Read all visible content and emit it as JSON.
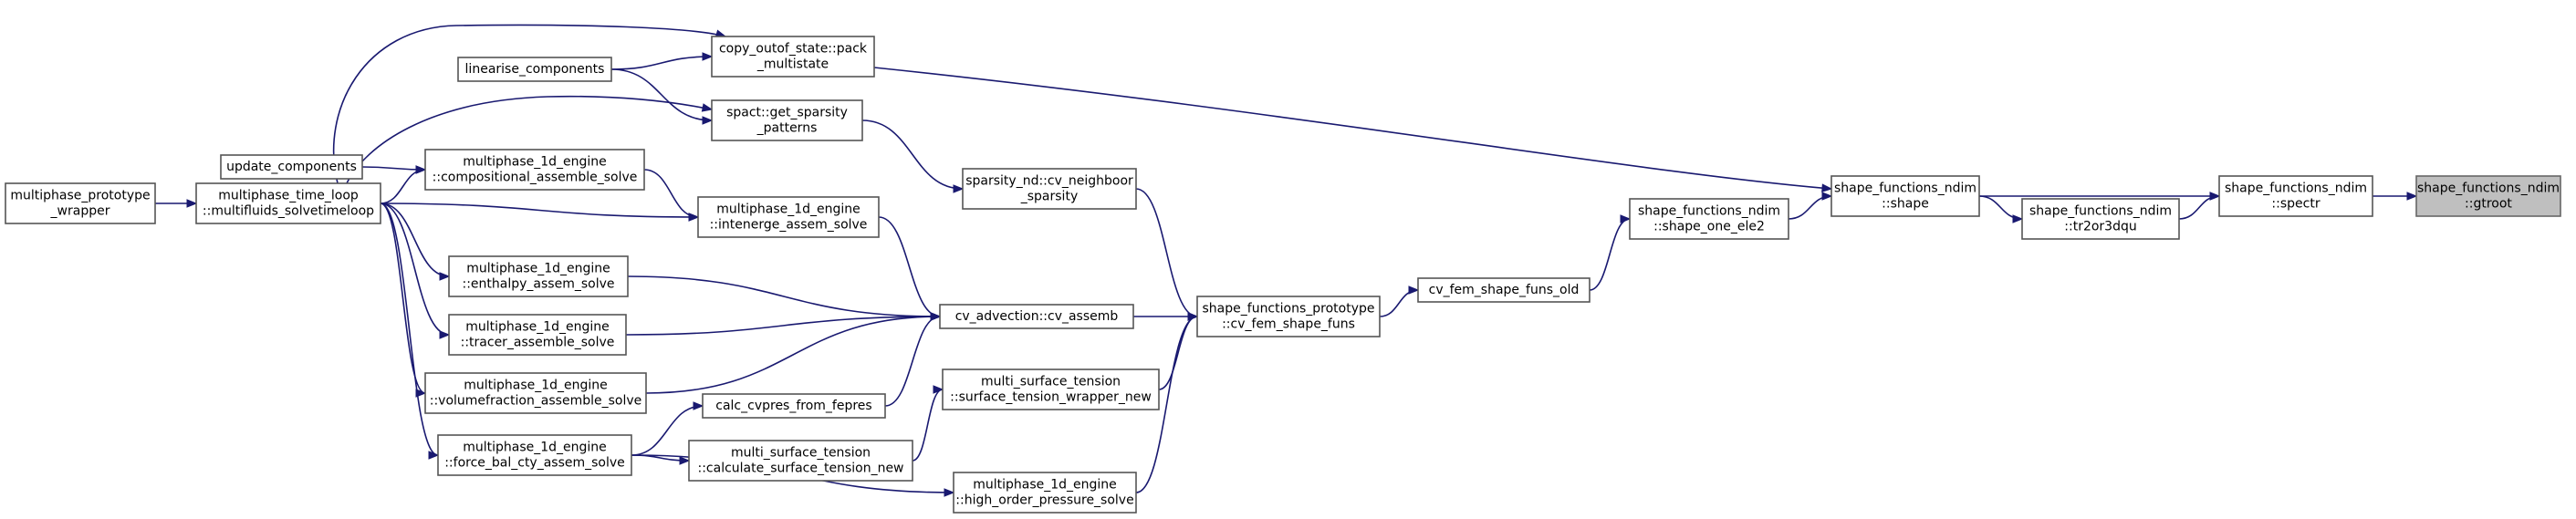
{
  "colors": {
    "edge": "#191970",
    "node_border": "#555555",
    "root_fill": "#bfbfbf",
    "background": "#ffffff"
  },
  "nodes": {
    "gtroot": {
      "lines": [
        "shape_functions_ndim",
        "::gtroot"
      ]
    },
    "spectr": {
      "lines": [
        "shape_functions_ndim",
        "::spectr"
      ]
    },
    "shape": {
      "lines": [
        "shape_functions_ndim",
        "::shape"
      ]
    },
    "tr2or3dqu": {
      "lines": [
        "shape_functions_ndim",
        "::tr2or3dqu"
      ]
    },
    "shape_one_ele2": {
      "lines": [
        "shape_functions_ndim",
        "::shape_one_ele2"
      ]
    },
    "cv_fem_shape_funs_old": {
      "lines": [
        "cv_fem_shape_funs_old"
      ]
    },
    "cv_fem_shape_funs": {
      "lines": [
        "shape_functions_prototype",
        "::cv_fem_shape_funs"
      ]
    },
    "cv_neighboor_sparsity": {
      "lines": [
        "sparsity_nd::cv_neighboor",
        "_sparsity"
      ]
    },
    "cv_assemb": {
      "lines": [
        "cv_advection::cv_assemb"
      ]
    },
    "surface_tension_wrapper_new": {
      "lines": [
        "multi_surface_tension",
        "::surface_tension_wrapper_new"
      ]
    },
    "high_order_pressure_solve": {
      "lines": [
        "multiphase_1d_engine",
        "::high_order_pressure_solve"
      ]
    },
    "pack_multistate": {
      "lines": [
        "copy_outof_state::pack",
        "_multistate"
      ]
    },
    "get_sparsity_patterns": {
      "lines": [
        "spact::get_sparsity",
        "_patterns"
      ]
    },
    "intenerge_assem_solve": {
      "lines": [
        "multiphase_1d_engine",
        "::intenerge_assem_solve"
      ]
    },
    "calc_cvpres_from_fepres": {
      "lines": [
        "calc_cvpres_from_fepres"
      ]
    },
    "calculate_surface_tension_new": {
      "lines": [
        "multi_surface_tension",
        "::calculate_surface_tension_new"
      ]
    },
    "linearise_components": {
      "lines": [
        "linearise_components"
      ]
    },
    "compositional_assemble_solve": {
      "lines": [
        "multiphase_1d_engine",
        "::compositional_assemble_solve"
      ]
    },
    "enthalpy_assem_solve": {
      "lines": [
        "multiphase_1d_engine",
        "::enthalpy_assem_solve"
      ]
    },
    "tracer_assemble_solve": {
      "lines": [
        "multiphase_1d_engine",
        "::tracer_assemble_solve"
      ]
    },
    "volumefraction_assemble_solve": {
      "lines": [
        "multiphase_1d_engine",
        "::volumefraction_assemble_solve"
      ]
    },
    "force_bal_cty_assem_solve": {
      "lines": [
        "multiphase_1d_engine",
        "::force_bal_cty_assem_solve"
      ]
    },
    "update_components": {
      "lines": [
        "update_components"
      ]
    },
    "multifluids_solvetimeloop": {
      "lines": [
        "multiphase_time_loop",
        "::multifluids_solvetimeloop"
      ]
    },
    "multiphase_prototype_wrapper": {
      "lines": [
        "multiphase_prototype",
        "_wrapper"
      ]
    }
  },
  "edges": [
    [
      "spectr",
      "gtroot"
    ],
    [
      "shape",
      "spectr"
    ],
    [
      "tr2or3dqu",
      "spectr"
    ],
    [
      "shape",
      "tr2or3dqu"
    ],
    [
      "shape_one_ele2",
      "shape"
    ],
    [
      "pack_multistate",
      "shape"
    ],
    [
      "cv_fem_shape_funs_old",
      "shape_one_ele2"
    ],
    [
      "cv_fem_shape_funs",
      "cv_fem_shape_funs_old"
    ],
    [
      "cv_neighboor_sparsity",
      "cv_fem_shape_funs"
    ],
    [
      "cv_assemb",
      "cv_fem_shape_funs"
    ],
    [
      "surface_tension_wrapper_new",
      "cv_fem_shape_funs"
    ],
    [
      "high_order_pressure_solve",
      "cv_fem_shape_funs"
    ],
    [
      "get_sparsity_patterns",
      "cv_neighboor_sparsity"
    ],
    [
      "intenerge_assem_solve",
      "cv_assemb"
    ],
    [
      "enthalpy_assem_solve",
      "cv_assemb"
    ],
    [
      "tracer_assemble_solve",
      "cv_assemb"
    ],
    [
      "volumefraction_assemble_solve",
      "cv_assemb"
    ],
    [
      "calc_cvpres_from_fepres",
      "cv_assemb"
    ],
    [
      "calculate_surface_tension_new",
      "surface_tension_wrapper_new"
    ],
    [
      "linearise_components",
      "pack_multistate"
    ],
    [
      "linearise_components",
      "get_sparsity_patterns"
    ],
    [
      "multifluids_solvetimeloop",
      "pack_multistate"
    ],
    [
      "multifluids_solvetimeloop",
      "get_sparsity_patterns"
    ],
    [
      "multifluids_solvetimeloop",
      "compositional_assemble_solve"
    ],
    [
      "multifluids_solvetimeloop",
      "intenerge_assem_solve"
    ],
    [
      "multifluids_solvetimeloop",
      "enthalpy_assem_solve"
    ],
    [
      "multifluids_solvetimeloop",
      "tracer_assemble_solve"
    ],
    [
      "multifluids_solvetimeloop",
      "volumefraction_assemble_solve"
    ],
    [
      "multifluids_solvetimeloop",
      "force_bal_cty_assem_solve"
    ],
    [
      "compositional_assemble_solve",
      "intenerge_assem_solve"
    ],
    [
      "update_components",
      "compositional_assemble_solve"
    ],
    [
      "force_bal_cty_assem_solve",
      "calc_cvpres_from_fepres"
    ],
    [
      "force_bal_cty_assem_solve",
      "calculate_surface_tension_new"
    ],
    [
      "force_bal_cty_assem_solve",
      "high_order_pressure_solve"
    ],
    [
      "multiphase_prototype_wrapper",
      "multifluids_solvetimeloop"
    ]
  ]
}
